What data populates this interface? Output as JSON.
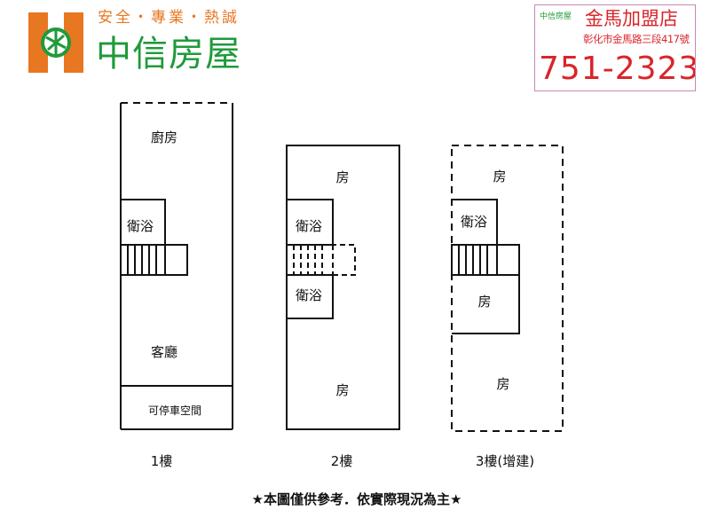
{
  "header": {
    "brand_slogan": "安全・專業・熱誠",
    "brand_name": "中信房屋",
    "brand_colors": {
      "orange": "#e87722",
      "green": "#1f9a3a"
    }
  },
  "store_card": {
    "logo_text": "中信房屋",
    "store_name": "金馬加盟店",
    "address": "彰化市金馬路三段417號",
    "phone": "751-2323",
    "color": "#d9252a"
  },
  "floors": [
    {
      "label": "1樓",
      "rooms": [
        "廚房",
        "衛浴",
        "客廳",
        "可停車空間"
      ]
    },
    {
      "label": "2樓",
      "rooms": [
        "房",
        "衛浴",
        "衛浴",
        "房"
      ]
    },
    {
      "label": "3樓(增建)",
      "rooms": [
        "房",
        "衛浴",
        "房",
        "房"
      ]
    }
  ],
  "footer": "★本圖僅供參考．依實際現況為主★"
}
